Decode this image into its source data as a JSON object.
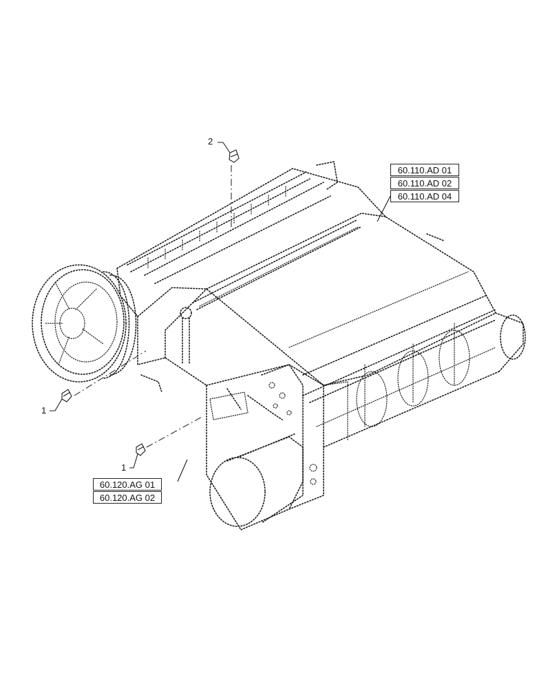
{
  "callouts": {
    "item_2": "2",
    "item_1_upper": "1",
    "item_1_lower": "1"
  },
  "references": {
    "group_ad": [
      "60.110.AD 01",
      "60.110.AD 02",
      "60.110.AD 04"
    ],
    "group_ag": [
      "60.120.AG 01",
      "60.120.AG 02"
    ]
  },
  "colors": {
    "line": "#1a1a1a",
    "background": "#ffffff"
  }
}
